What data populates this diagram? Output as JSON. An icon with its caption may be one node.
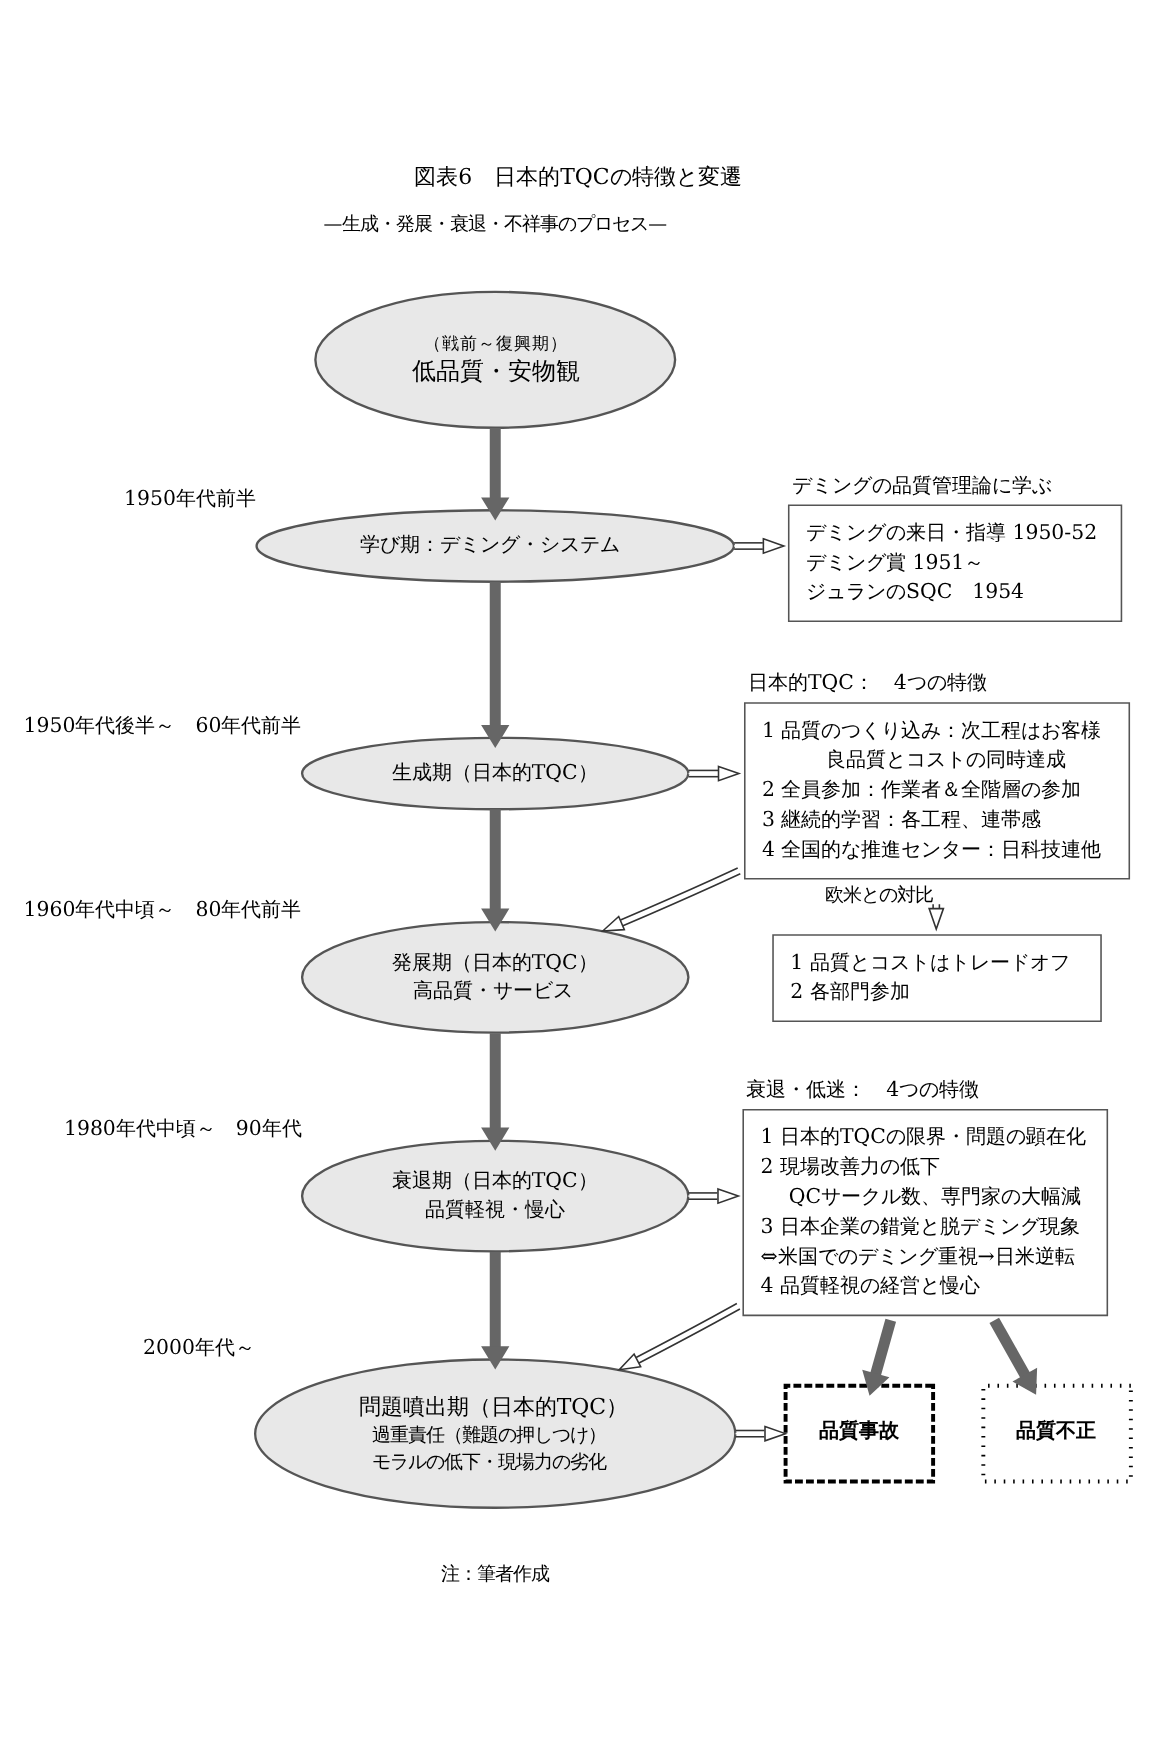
{
  "diagram": {
    "title": "図表6　日本的TQCの特徴と変遷",
    "nodes": [
      {
        "text": [
          "（戦前～復興期）",
          "低品質・安物観"
        ]
      },
      {
        "text": [
          "学び期：デミング・システム"
        ],
        "beside": [
          "1950年代前半"
        ]
      },
      {
        "text": [
          "デミングの品質管理論に学ぶ",
          "デミングの来日・指導 1950-52",
          "デミング賞 1951～",
          "ジュランのSQC　1954"
        ]
      },
      {
        "text": [
          "生成期（日本的TQC）"
        ],
        "beside": [
          "1950年代後半～　60年代前半"
        ]
      },
      {
        "text": [
          "日本的TQC：　4つの特徴",
          "1 品質のつくり込み：次工程はお客様",
          "良品質とコストの同時達成",
          "2 全員参加：作業者＆全階層の参加",
          "3 継続的学習：各工程、連帯感",
          "4 全国的な推進センター：日科技連他"
        ]
      },
      {
        "text": [
          "発展期（日本的TQC）",
          "高品質・サービス"
        ],
        "beside": [
          "1960年代中頃～　80年代前半"
        ]
      },
      {
        "text": [
          "1 品質とコストはトレードオフ",
          "2 各部門参加"
        ]
      },
      {
        "text": [
          "衰退期（日本的TQC）",
          "品質軽視・慢心"
        ],
        "beside": [
          "1980年代中頃～　90年代"
        ]
      },
      {
        "text": [
          "衰退・低迷：　4つの特徴",
          "1 日本的TQCの限界・問題の顕在化",
          "2 現場改善力の低下",
          "QCサークル数、専門家の大幅減",
          "3 日本企業の錯覚と脱デミング現象",
          "⇔米国でのデミング重視→日米逆転",
          "4 品質軽視の経営と慢心"
        ]
      },
      {
        "text": [
          "問題噴出期（日本的TQC）",
          "過重責任（難題の押しつけ）",
          "モラルの低下・現場力の劣化"
        ],
        "beside": [
          "2000年代～"
        ]
      },
      {
        "text": [
          "品質事故"
        ]
      },
      {
        "text": [
          "品質不正"
        ]
      }
    ],
    "edges": [
      {
        "from": 0,
        "to": 1,
        "arrow": "to",
        "style": "thick",
        "color": "#666666"
      },
      {
        "from": 1,
        "to": 2,
        "arrow": "to"
      },
      {
        "from": 1,
        "to": 3,
        "arrow": "to",
        "style": "thick",
        "color": "#666666"
      },
      {
        "from": 3,
        "to": 4,
        "arrow": "to"
      },
      {
        "from": 4,
        "to": 5,
        "arrow": "to"
      },
      {
        "from": 3,
        "to": 5,
        "arrow": "to",
        "style": "thick",
        "color": "#666666"
      },
      {
        "from": 4,
        "to": 6,
        "arrow": "both",
        "label": "欧米との対比"
      },
      {
        "from": 5,
        "to": 7,
        "arrow": "to",
        "style": "thick",
        "color": "#666666"
      },
      {
        "from": 7,
        "to": 8,
        "arrow": "to"
      },
      {
        "from": 7,
        "to": 9,
        "arrow": "to",
        "style": "thick",
        "color": "#666666"
      },
      {
        "from": 8,
        "to": 9,
        "arrow": "to"
      },
      {
        "from": 9,
        "to": 10,
        "arrow": "to"
      },
      {
        "from": 8,
        "to": 10,
        "arrow": "to",
        "style": "thick",
        "color": "#666666"
      },
      {
        "from": 8,
        "to": 11,
        "arrow": "to",
        "style": "thick",
        "color": "#666666"
      }
    ],
    "labels": [
      "—生成・発展・衰退・不祥事のプロセス—",
      "注：筆者作成"
    ]
  }
}
